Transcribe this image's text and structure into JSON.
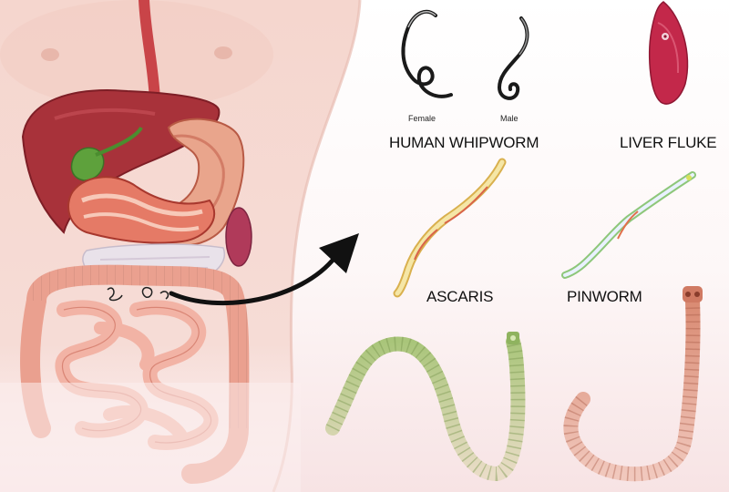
{
  "labels": {
    "whipworm": "HUMAN WHIPWORM",
    "female": "Female",
    "male": "Male",
    "liver_fluke": "LIVER FLUKE",
    "ascaris": "ASCARIS",
    "pinworm": "PINWORM"
  },
  "colors": {
    "skin": "#f3d2cb",
    "liver": "#a8323a",
    "intestine": "#f0a89a",
    "fluke": "#c3284a",
    "arrow": "#111111",
    "green_worm": "#b8cf86",
    "pink_worm": "#e59a86"
  }
}
